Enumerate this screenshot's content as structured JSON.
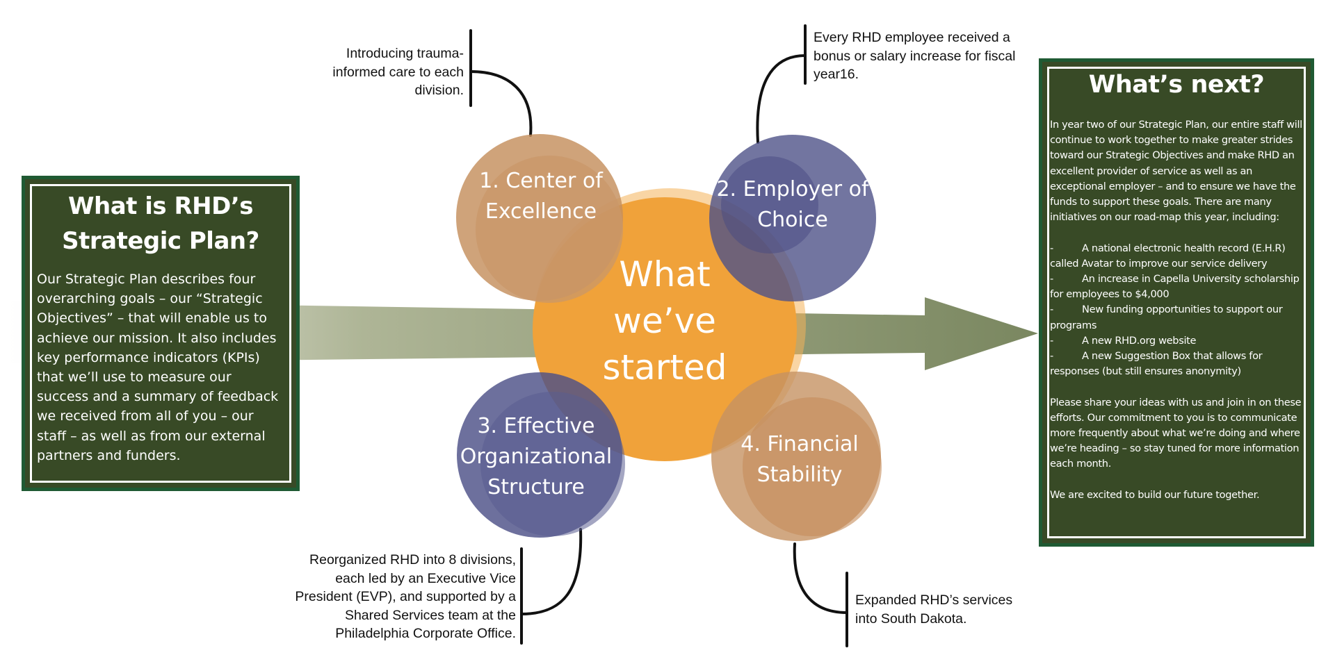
{
  "colors": {
    "box_bg": "#384a26",
    "box_border": "#1f5a33",
    "center_orange": "#f0a23a",
    "tan": "#c69263",
    "purple": "#4c4f86",
    "arrow_green": "#7f8c66"
  },
  "left_box": {
    "title": "What is RHD’s Strategic Plan?",
    "body": "Our Strategic Plan describes four overarching goals – our “Strategic Objectives” – that will enable us to achieve our mission. It also includes key performance indicators (KPIs) that we’ll use to measure our success and a summary of feedback we received from all of you – our staff – as well as from our external partners and funders."
  },
  "center": {
    "label": "What we’ve started"
  },
  "goals": [
    {
      "label": "1. Center of Excellence",
      "note": "Introducing trauma-informed care to each division."
    },
    {
      "label": "2. Employer of Choice",
      "note": "Every RHD employee received a bonus or salary increase for fiscal year16."
    },
    {
      "label": "3. Effective Organizational Structure",
      "note": "Reorganized RHD into 8 divisions, each led by an Executive Vice President (EVP), and supported by a Shared Services team at the Philadelphia Corporate Office."
    },
    {
      "label": "4. Financial Stability",
      "note": "Expanded RHD’s services into South Dakota."
    }
  ],
  "right_box": {
    "title": "What’s next?",
    "intro": "In year two of our Strategic Plan, our entire staff will continue to work together to make greater strides toward our Strategic Objectives and make RHD an excellent provider of service as well as an exceptional employer – and to ensure we have the funds to support these goals.  There are many initiatives on our road-map this year, including:",
    "initiatives": [
      "A national electronic health record (E.H.R) called Avatar to improve our service delivery",
      "An increase in Capella University scholarship for employees to $4,000",
      "New funding opportunities to support our programs",
      "A new RHD.org website",
      "A new Suggestion Box that allows for responses (but still ensures anonymity)"
    ],
    "bullet_marker": "-",
    "share": "Please share your ideas with us and join in on these efforts.  Our commitment to you is to communicate more frequently about what we’re doing and where we’re heading – so stay tuned for more information each month.",
    "closing": "We are excited to build our future together."
  }
}
